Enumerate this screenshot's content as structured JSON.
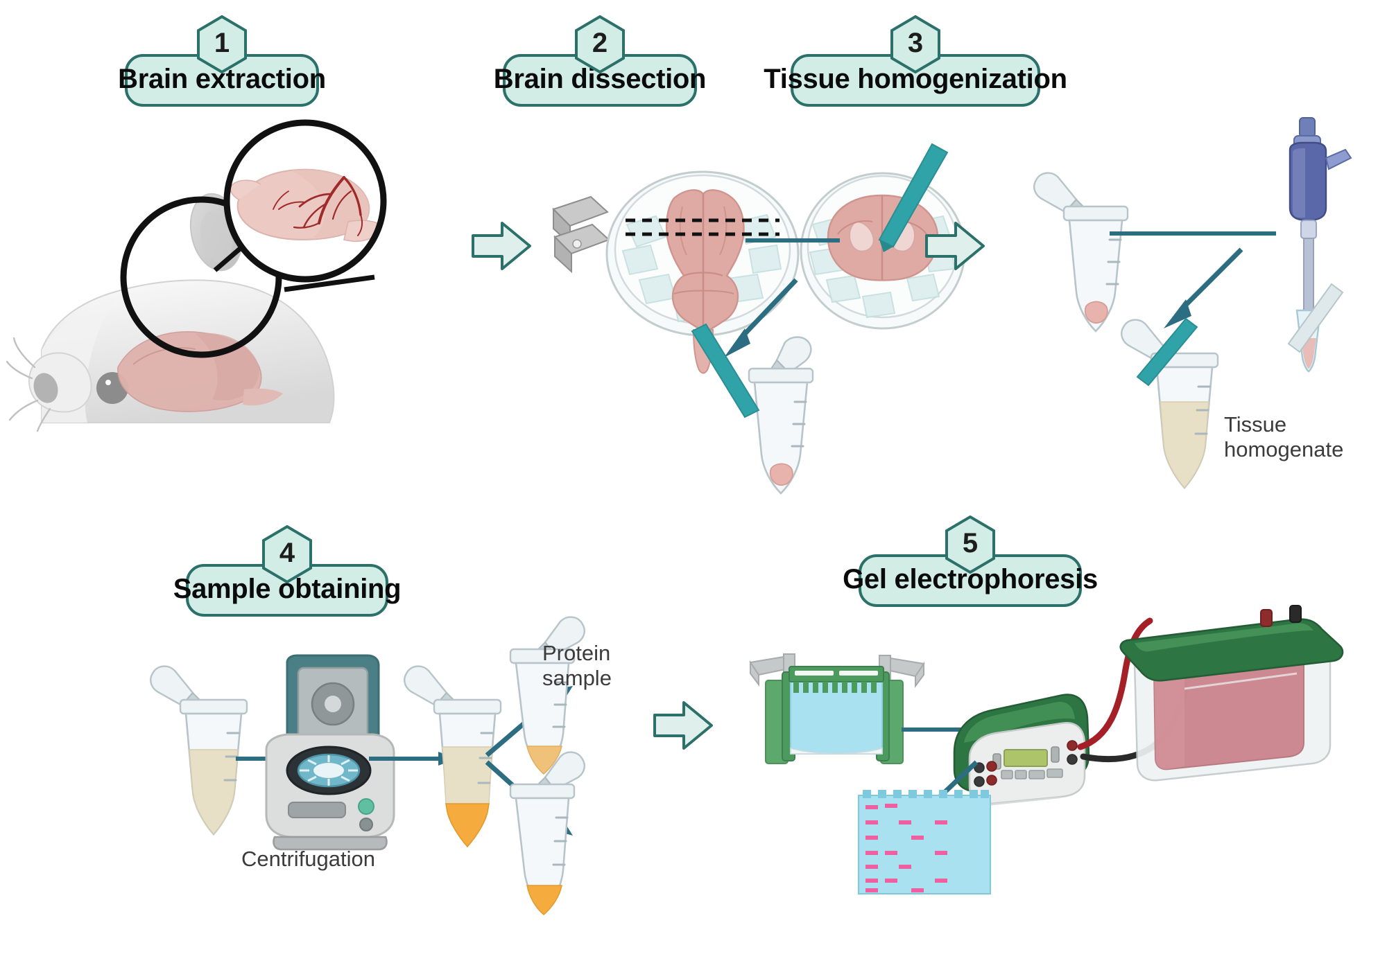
{
  "figure": {
    "title_type": "laboratory-workflow-diagram",
    "background": "#ffffff",
    "accent": "#2c706a",
    "label_fill": "#d2ece6",
    "arrow_fill": "#dff0ec",
    "tissue_pink": "#e7b7b0",
    "gel_blue": "#a9e1f0",
    "band_pink": "#f05fa0",
    "frame_green": "#5da96d"
  },
  "steps": [
    {
      "number": "1",
      "label": "Brain extraction"
    },
    {
      "number": "2",
      "label": "Brain dissection"
    },
    {
      "number": "3",
      "label": "Tissue homogenization"
    },
    {
      "number": "4",
      "label": "Sample obtaining"
    },
    {
      "number": "5",
      "label": "Gel electrophoresis"
    }
  ],
  "annotations": {
    "tissue_homogenate_line1": "Tissue",
    "tissue_homogenate_line2": "homogenate",
    "protein_sample_line1": "Protein",
    "protein_sample_line2": "sample",
    "centrifugation": "Centrifugation"
  },
  "icons": {
    "step_arrow": "block-arrow-right-icon",
    "flow_arrow": "flow-arrow-icon",
    "magnifier": "magnifier-circle-icon",
    "mouse": "mouse-head-icon",
    "brain_sagittal": "brain-sagittal-icon",
    "brain_dorsal": "brain-dorsal-icon",
    "brain_coronal": "brain-coronal-icon",
    "petri_dish": "petri-dish-icon",
    "ice_cubes": "ice-cubes-icon",
    "blade": "razor-blade-icon",
    "forceps": "forceps-icon",
    "eppendorf_tube": "eppendorf-tube-icon",
    "pipette": "micropipette-icon",
    "centrifuge": "centrifuge-icon",
    "gel_cast": "gel-casting-tray-icon",
    "power_supply": "power-supply-icon",
    "electrophoresis_tank": "electrophoresis-tank-icon",
    "gel_result": "gel-bands-icon"
  },
  "gel_data": {
    "type": "gel-electrophoresis",
    "well_count": 10,
    "bands": [
      {
        "lane": 1,
        "row": 1
      },
      {
        "lane": 2,
        "row": 1
      },
      {
        "lane": 1,
        "row": 2
      },
      {
        "lane": 4,
        "row": 2
      },
      {
        "lane": 7,
        "row": 2
      },
      {
        "lane": 1,
        "row": 3
      },
      {
        "lane": 5,
        "row": 3
      },
      {
        "lane": 1,
        "row": 4
      },
      {
        "lane": 2,
        "row": 4
      },
      {
        "lane": 7,
        "row": 4
      },
      {
        "lane": 1,
        "row": 5
      },
      {
        "lane": 4,
        "row": 5
      },
      {
        "lane": 1,
        "row": 6
      },
      {
        "lane": 2,
        "row": 6
      },
      {
        "lane": 7,
        "row": 6
      },
      {
        "lane": 1,
        "row": 7
      },
      {
        "lane": 5,
        "row": 7
      }
    ]
  }
}
